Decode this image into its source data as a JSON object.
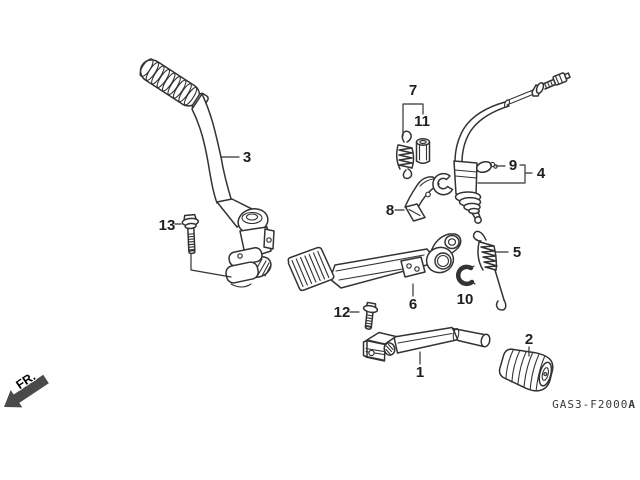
{
  "callouts": [
    {
      "label": "1"
    },
    {
      "label": "2"
    },
    {
      "label": "3"
    },
    {
      "label": "4"
    },
    {
      "label": "5"
    },
    {
      "label": "6"
    },
    {
      "label": "7"
    },
    {
      "label": "8"
    },
    {
      "label": "9"
    },
    {
      "label": "10"
    },
    {
      "label": "11"
    },
    {
      "label": "12"
    },
    {
      "label": "13"
    }
  ],
  "footer": {
    "fr_label": "FR.",
    "part_code": "GAS3-F2000",
    "part_code_suffix": "A"
  },
  "colors": {
    "line": "#333333",
    "arrow": "#4a4a4a",
    "label": "#1f1f1f",
    "bg": "#ffffff"
  }
}
